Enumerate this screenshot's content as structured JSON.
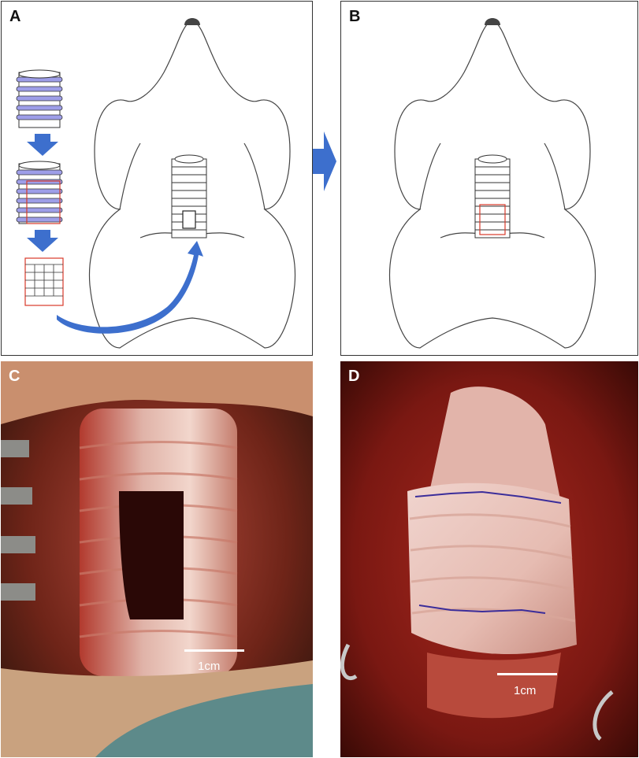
{
  "panels": {
    "a": {
      "label": "A"
    },
    "b": {
      "label": "B"
    },
    "c": {
      "label": "C",
      "scale_bar": "1cm"
    },
    "d": {
      "label": "D",
      "scale_bar": "1cm"
    }
  },
  "colors": {
    "ring_purple": "#9e9ee8",
    "arrow_blue": "#3d6fcd",
    "graft_outline_red": "#d83a2a",
    "tissue_red": "#8e1c1a",
    "suture_purple": "#3b2d9a"
  },
  "icons": [
    "dog-outline-icon",
    "trachea-segment-icon",
    "down-arrow-icon",
    "right-arrow-icon",
    "curved-arrow-icon"
  ]
}
